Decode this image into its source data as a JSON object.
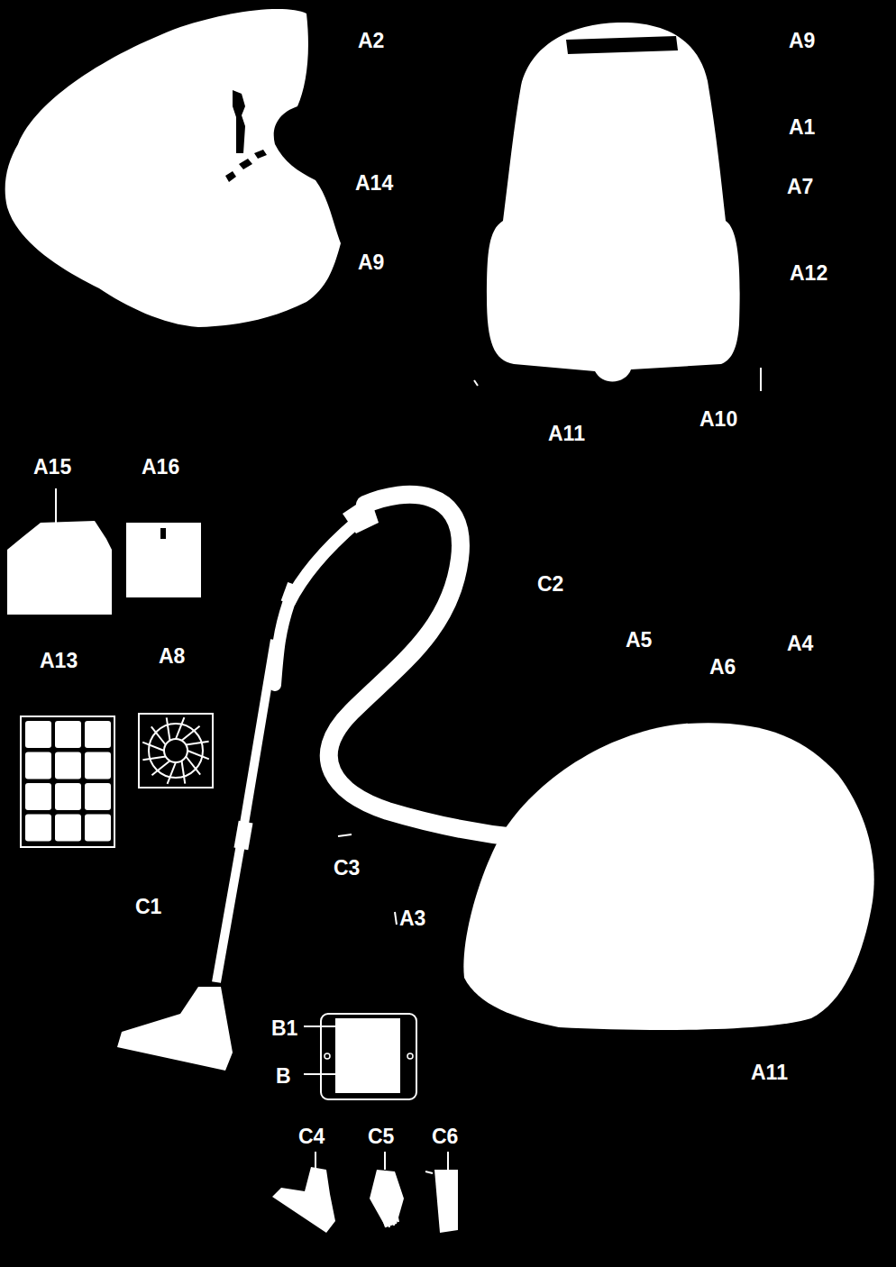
{
  "diagram": {
    "labels": [
      "A2",
      "A9",
      "A1",
      "A14",
      "A7",
      "A9",
      "A12",
      "A11",
      "A10",
      "A15",
      "A16",
      "C2",
      "A5",
      "A4",
      "A6",
      "A13",
      "A8",
      "C3",
      "C1",
      "A3",
      "B1",
      "B",
      "A11",
      "C4",
      "C5",
      "C6"
    ]
  }
}
